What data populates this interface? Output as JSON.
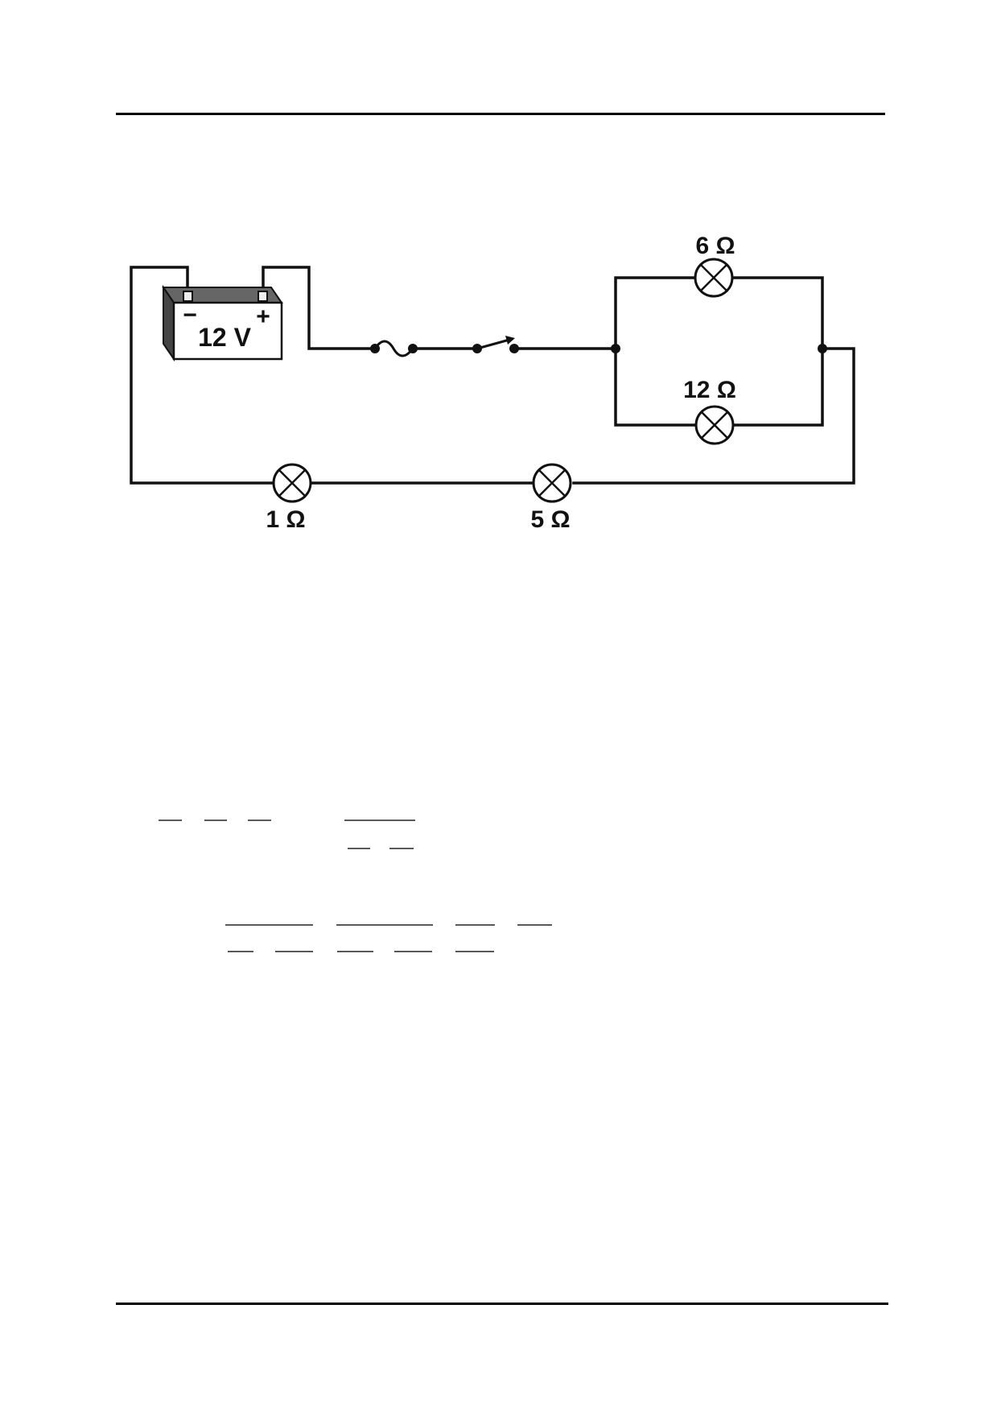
{
  "battery": {
    "voltage_label": "12 V",
    "negative_sign": "−",
    "positive_sign": "+"
  },
  "lamps": {
    "top_parallel": "6 Ω",
    "bottom_parallel": "12 Ω",
    "series_left": "1 Ω",
    "series_right": "5 Ω"
  },
  "components": {
    "fuse_icon": "fuse-icon",
    "switch_icon": "switch-open-icon",
    "lamp_icon": "lamp-cross-icon",
    "battery_icon": "battery-icon"
  }
}
